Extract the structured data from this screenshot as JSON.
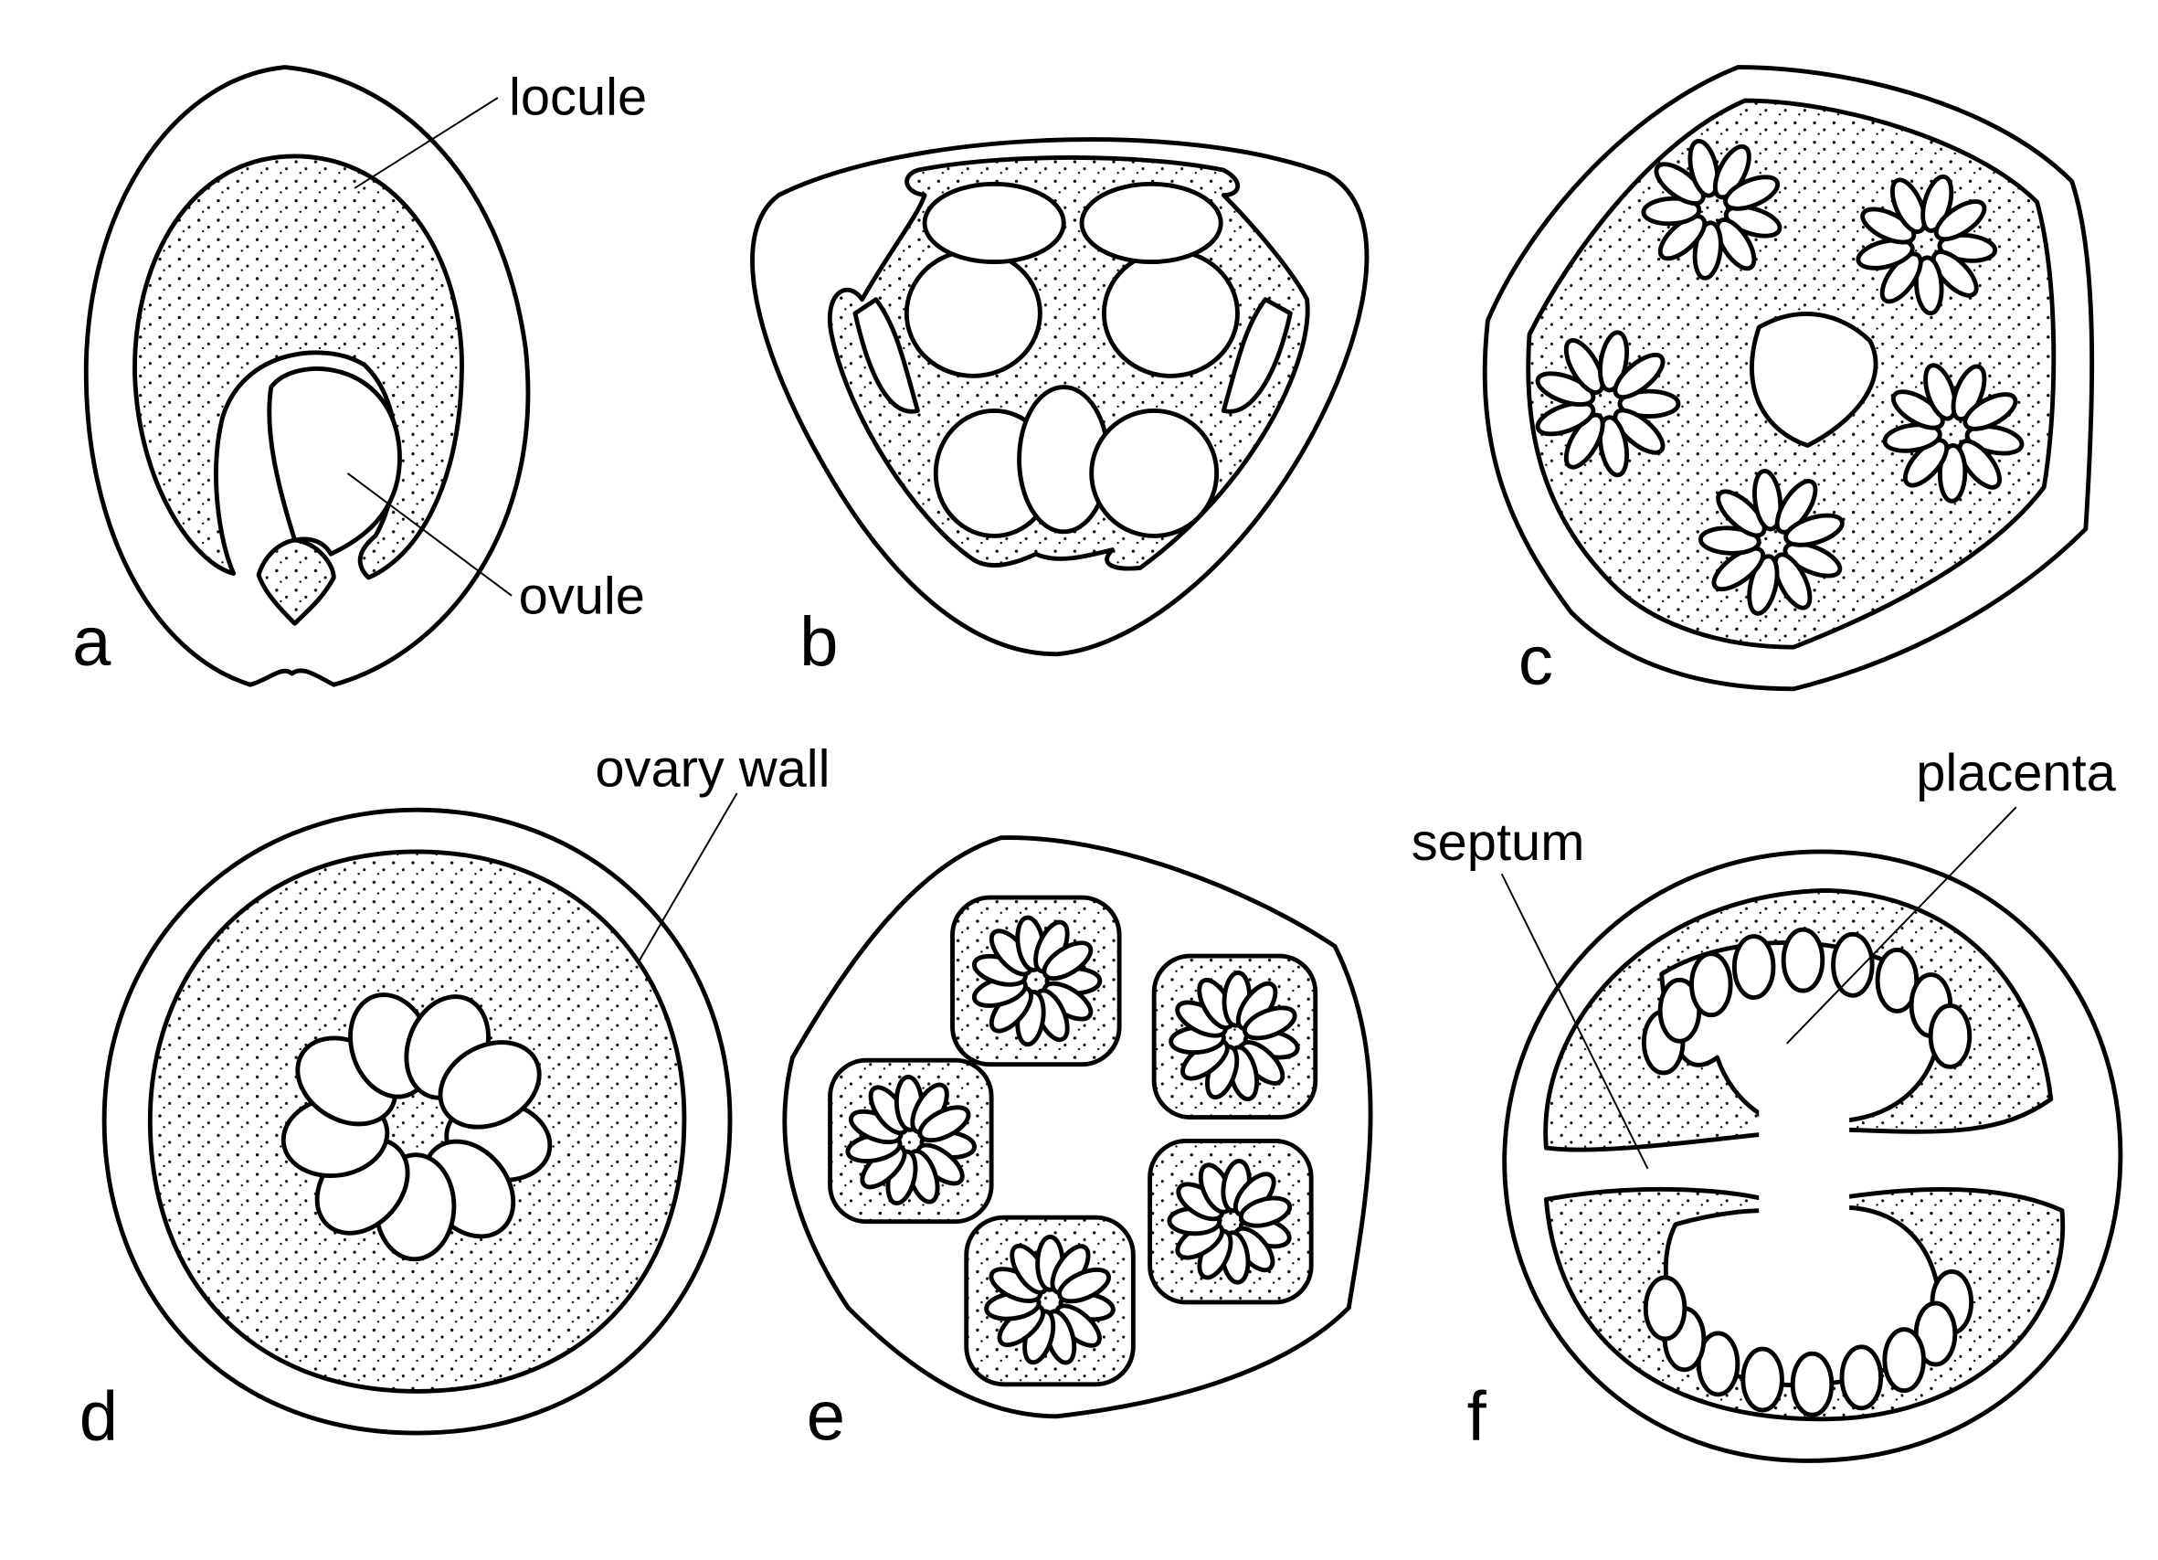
{
  "panels": [
    {
      "letter": "a"
    },
    {
      "letter": "b"
    },
    {
      "letter": "c"
    },
    {
      "letter": "d"
    },
    {
      "letter": "e"
    },
    {
      "letter": "f"
    }
  ],
  "annotations": {
    "locule": "locule",
    "ovule": "ovule",
    "ovary_wall": "ovary wall",
    "septum": "septum",
    "placenta": "placenta"
  },
  "colors": {
    "ink": "#000000",
    "paper": "#ffffff"
  }
}
